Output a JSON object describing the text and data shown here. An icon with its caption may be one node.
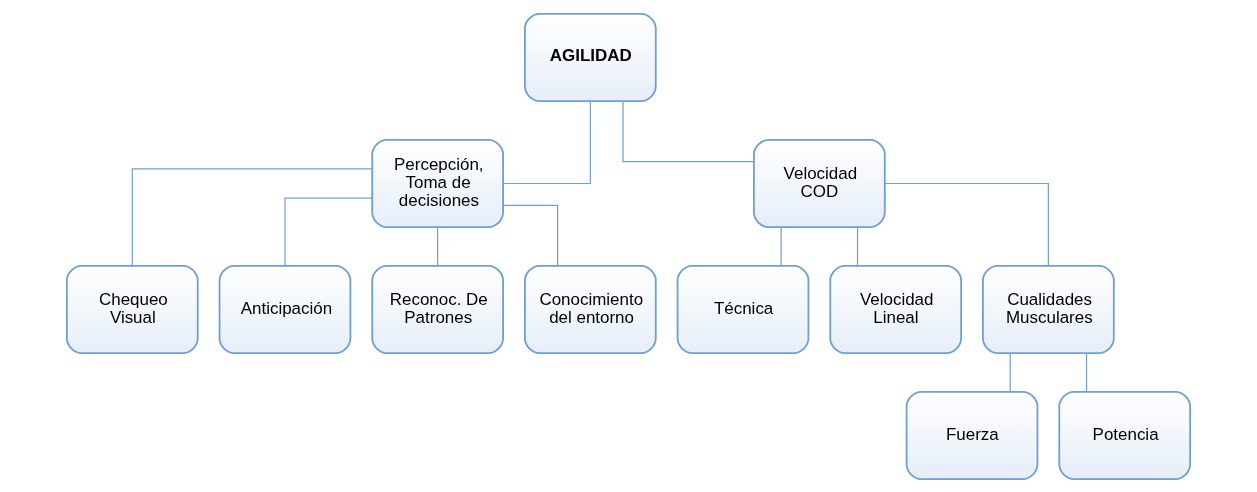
{
  "diagram": {
    "nodes": [
      {
        "text": [
          "AGILIDAD"
        ]
      },
      {
        "text": [
          "Percepción, Toma de decisiones"
        ]
      },
      {
        "text": [
          "Velocidad COD"
        ]
      },
      {
        "text": [
          "Chequeo Visual"
        ]
      },
      {
        "text": [
          "Anticipación"
        ]
      },
      {
        "text": [
          "Reconoc. De Patrones"
        ]
      },
      {
        "text": [
          "Conocimiento del entorno"
        ]
      },
      {
        "text": [
          "Técnica"
        ]
      },
      {
        "text": [
          "Velocidad Lineal"
        ]
      },
      {
        "text": [
          "Cualidades Musculares"
        ]
      },
      {
        "text": [
          "Fuerza"
        ]
      },
      {
        "text": [
          "Potencia"
        ]
      }
    ],
    "edges": [
      {
        "from": 0,
        "to": 1,
        "arrow": "none"
      },
      {
        "from": 0,
        "to": 2,
        "arrow": "none"
      },
      {
        "from": 1,
        "to": 3,
        "arrow": "none"
      },
      {
        "from": 1,
        "to": 4,
        "arrow": "none"
      },
      {
        "from": 1,
        "to": 5,
        "arrow": "none"
      },
      {
        "from": 1,
        "to": 6,
        "arrow": "none"
      },
      {
        "from": 2,
        "to": 7,
        "arrow": "none"
      },
      {
        "from": 2,
        "to": 8,
        "arrow": "none"
      },
      {
        "from": 2,
        "to": 9,
        "arrow": "none"
      },
      {
        "from": 9,
        "to": 10,
        "arrow": "none"
      },
      {
        "from": 9,
        "to": 11,
        "arrow": "none"
      }
    ]
  }
}
